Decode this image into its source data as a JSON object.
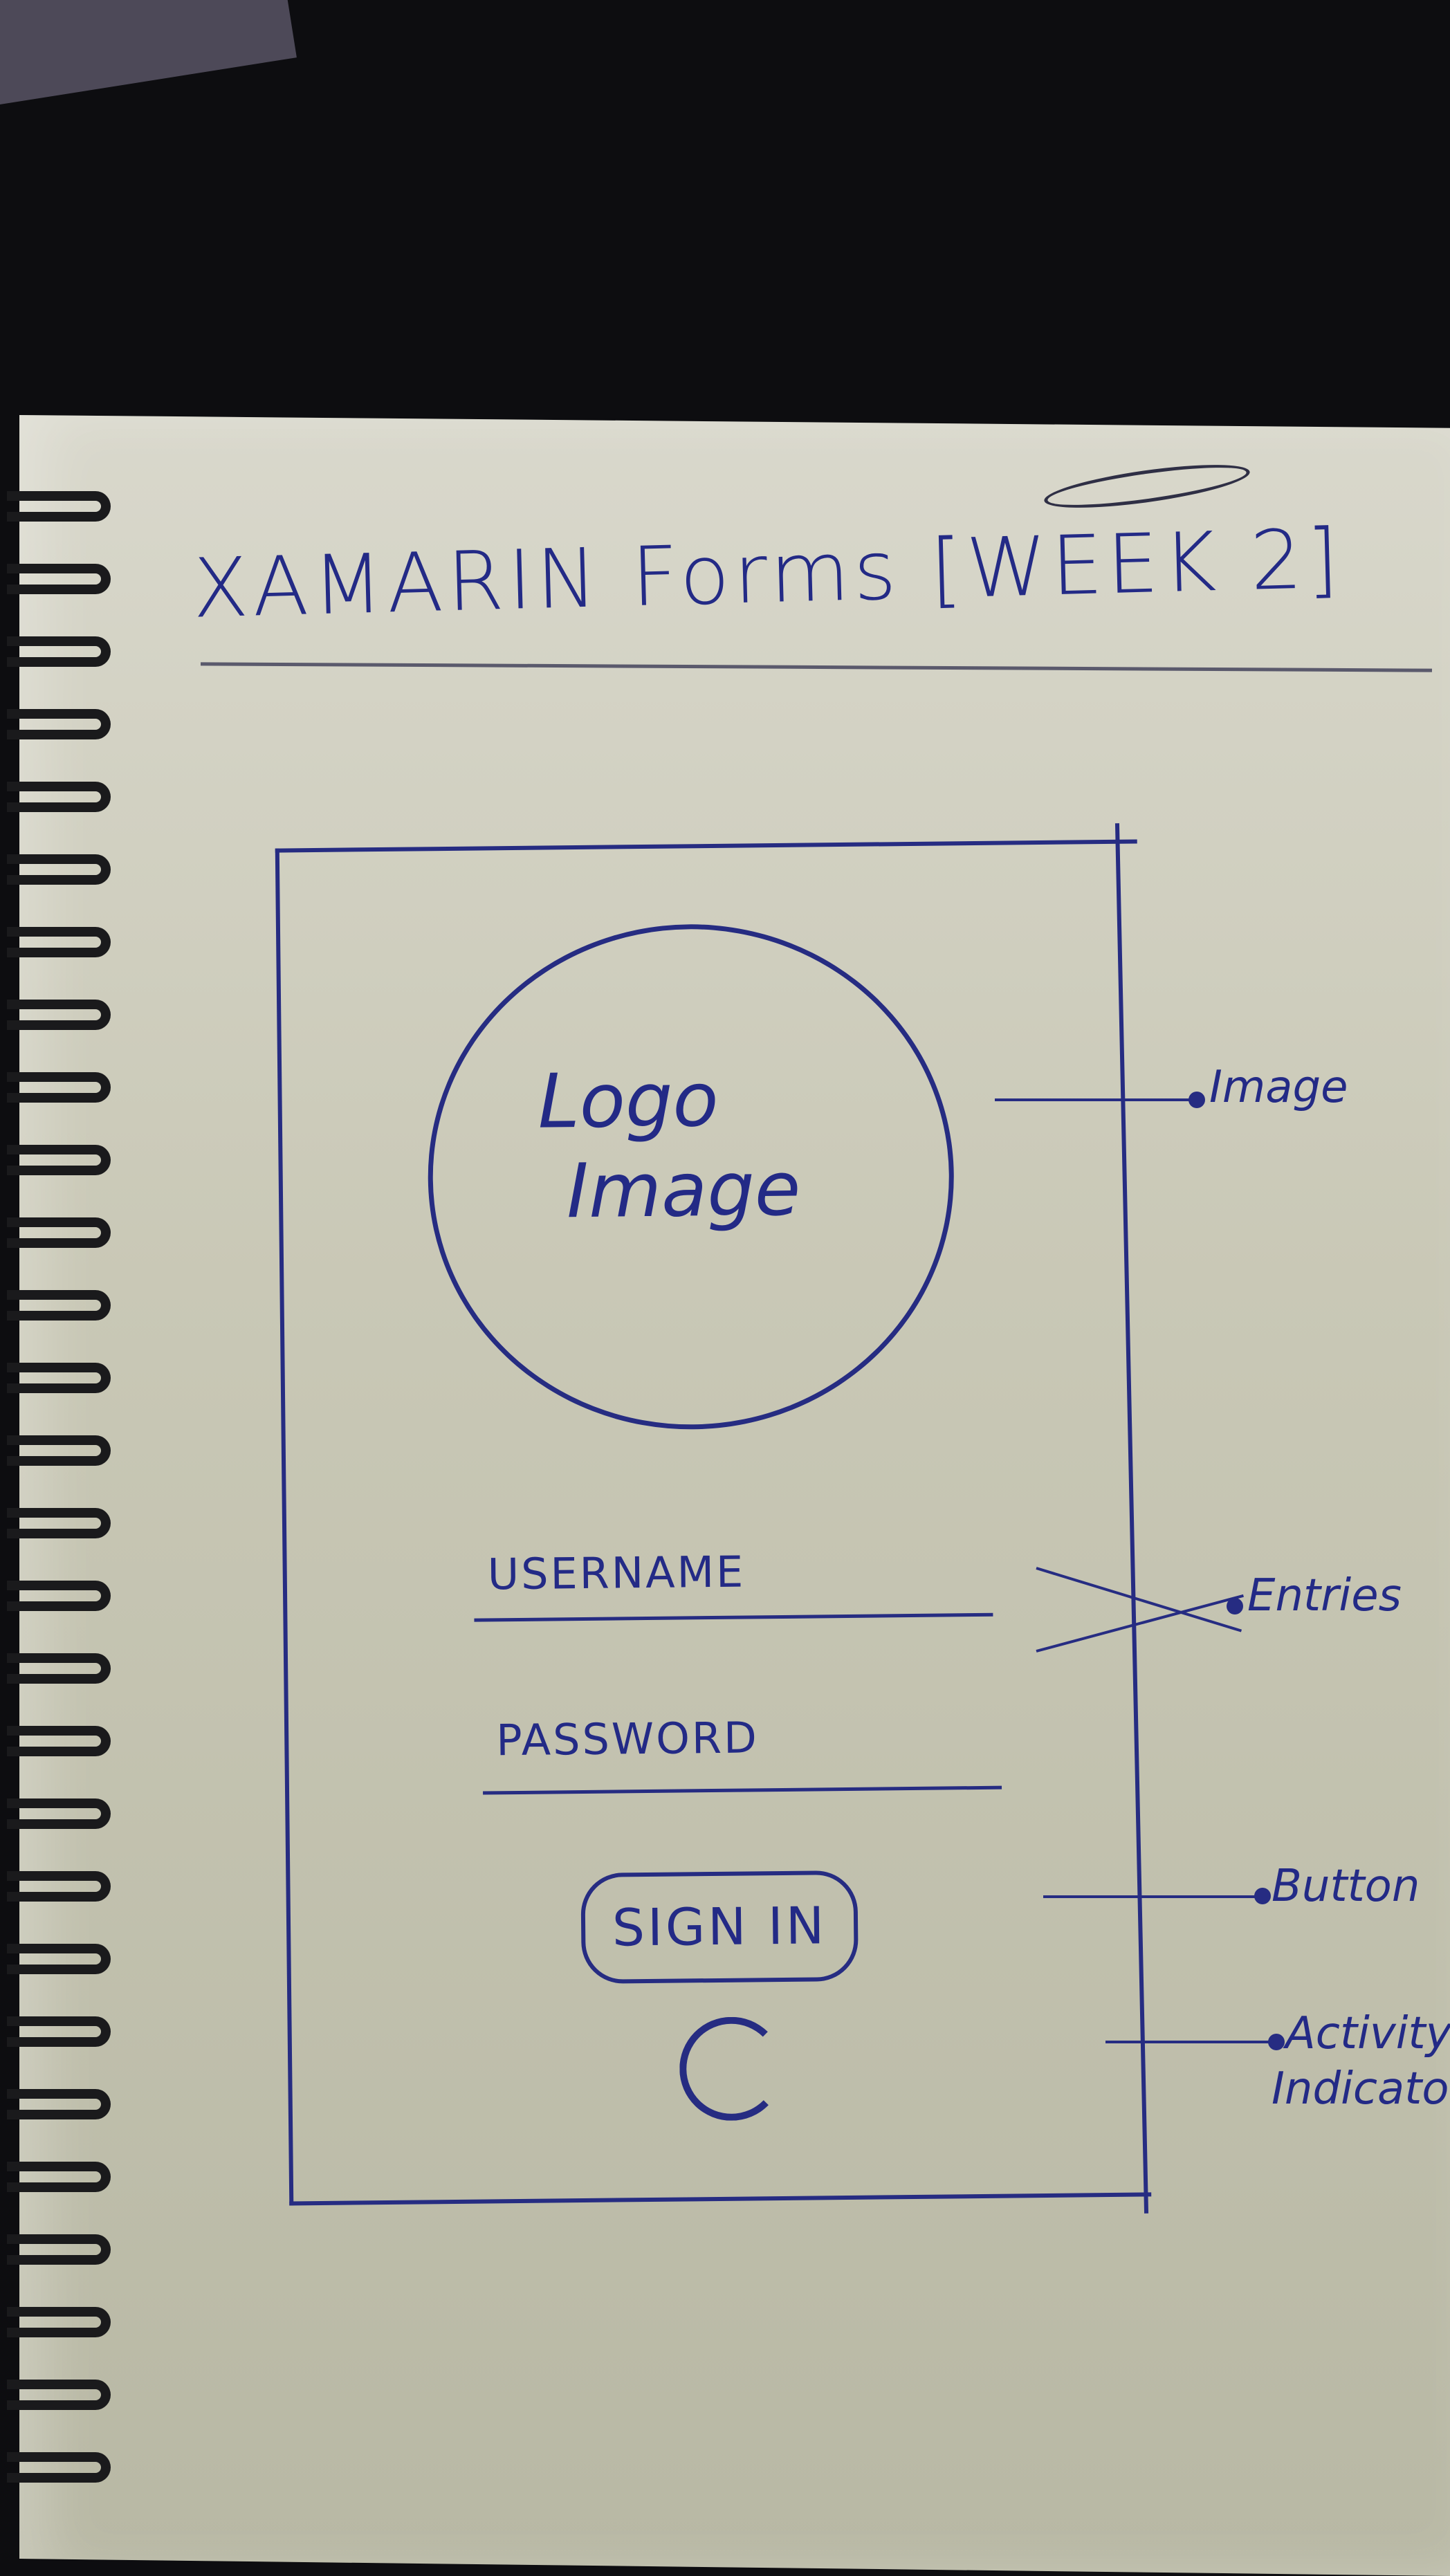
{
  "title": "XAMARIN Forms [WEEK 2]",
  "logo": {
    "line1": "Logo",
    "line2": "Image"
  },
  "fields": {
    "username_label": "USERNAME",
    "password_label": "PASSWORD"
  },
  "button": {
    "label": "SIGN IN"
  },
  "annotations": {
    "image": "Image",
    "entries": "Entries",
    "button": "Button",
    "activity_line1": "Activity",
    "activity_line2": "Indicator"
  }
}
